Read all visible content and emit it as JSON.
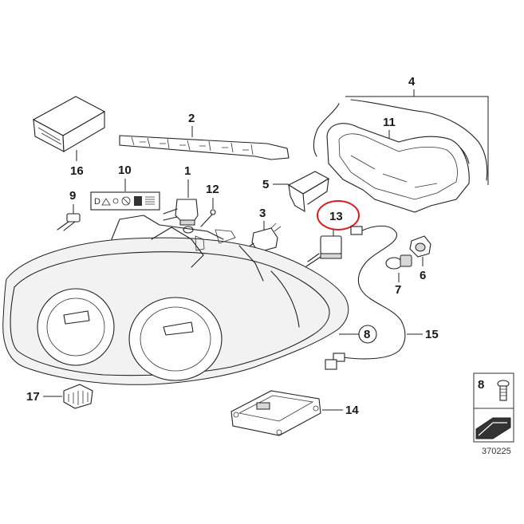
{
  "callouts": {
    "c1": "1",
    "c2": "2",
    "c3": "3",
    "c4": "4",
    "c5": "5",
    "c6": "6",
    "c7": "7",
    "c8_circle": "8",
    "c8_box": "8",
    "c9": "9",
    "c10": "10",
    "c11": "11",
    "c12": "12",
    "c13": "13",
    "c14": "14",
    "c15": "15",
    "c16": "16",
    "c17": "17"
  },
  "catalog_number": "370225",
  "highlight_color": "#d42020"
}
